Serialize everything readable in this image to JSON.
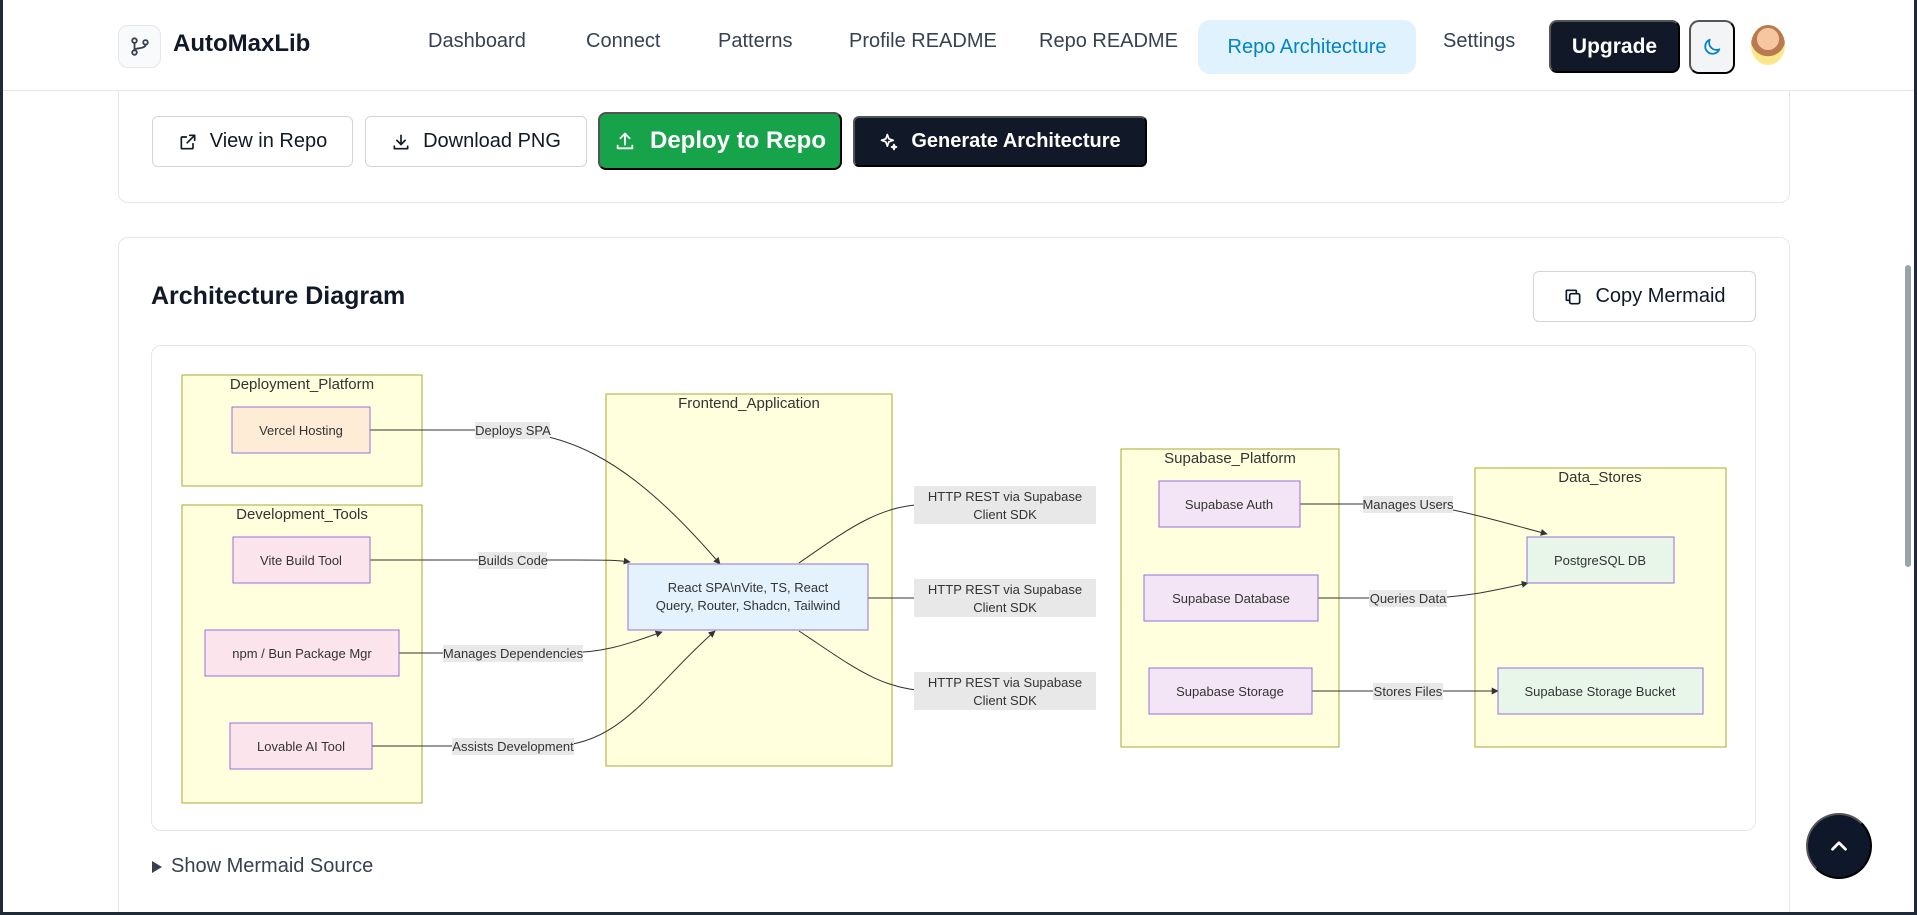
{
  "app": {
    "name": "AutoMaxLib"
  },
  "nav": {
    "items": [
      "Dashboard",
      "Connect",
      "Patterns",
      "Profile README",
      "Repo README"
    ],
    "active": "Repo Architecture",
    "settings": "Settings",
    "upgrade": "Upgrade"
  },
  "actions": {
    "view_in_repo": "View in Repo",
    "download_png": "Download PNG",
    "deploy_to_repo": "Deploy to Repo",
    "generate_architecture": "Generate Architecture"
  },
  "diagram_section": {
    "title": "Architecture Diagram",
    "copy_button": "Copy Mermaid",
    "show_source": "Show Mermaid Source"
  },
  "diagram": {
    "groups": {
      "deployment": "Deployment_Platform",
      "devtools": "Development_Tools",
      "frontend": "Frontend_Application",
      "supabase": "Supabase_Platform",
      "datastores": "Data_Stores"
    },
    "nodes": {
      "vercel": "Vercel Hosting",
      "vite": "Vite Build Tool",
      "npm": "npm / Bun Package Mgr",
      "lovable": "Lovable AI Tool",
      "react_line1": "React SPA\\nVite, TS, React",
      "react_line2": "Query, Router, Shadcn, Tailwind",
      "auth": "Supabase Auth",
      "database": "Supabase Database",
      "storage": "Supabase Storage",
      "postgres": "PostgreSQL DB",
      "bucket": "Supabase Storage Bucket"
    },
    "edges": {
      "deploys": "Deploys SPA",
      "builds": "Builds Code",
      "manages_deps": "Manages Dependencies",
      "assists": "Assists Development",
      "http_line1": "HTTP REST via Supabase",
      "http_line2": "Client SDK",
      "manages_users": "Manages Users",
      "queries": "Queries Data",
      "stores": "Stores Files"
    }
  },
  "colors": {
    "accent": "#0284c7",
    "active_bg": "#e0f2fe",
    "dark": "#111827",
    "green": "#16a34a",
    "cluster_fill": "#ffffde",
    "cluster_stroke": "#aaaa33"
  }
}
